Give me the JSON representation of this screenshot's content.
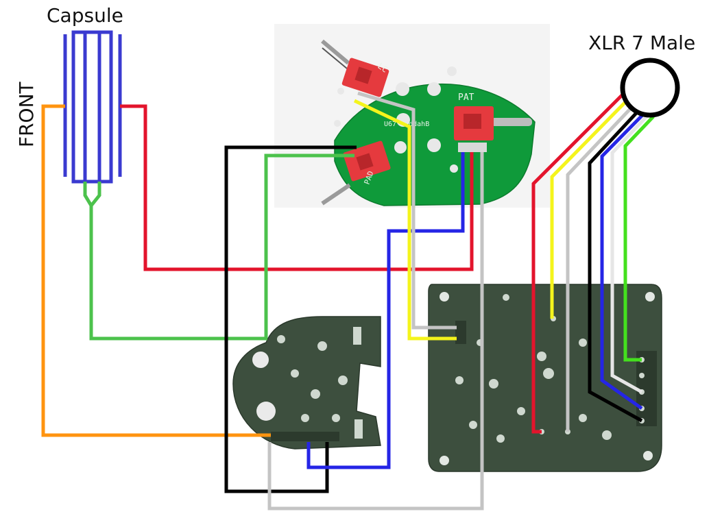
{
  "labels": {
    "capsule": "Capsule",
    "front": "FRONT",
    "xlr": "XLR 7 Male"
  },
  "switch_board": {
    "silk_lc": "LC",
    "silk_pat": "PAT",
    "silk_pad": "PAD",
    "silk_name": "U67 BuddahB"
  },
  "colors": {
    "capsule": "#3a3ad0",
    "red": "#e3142c",
    "orange": "#ff9410",
    "green": "#4cc24c",
    "black": "#000000",
    "blue": "#2525e6",
    "yellow": "#f4f41c",
    "gray": "#c4c4c4",
    "lime": "#44e01e",
    "switch_pcb": "#0f9a3a",
    "dark_pcb": "#3d4f3e",
    "toggle_red": "#e53a3e"
  }
}
